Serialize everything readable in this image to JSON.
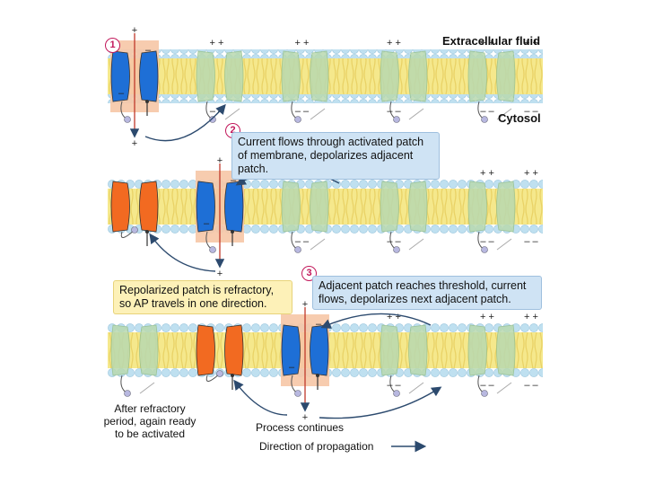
{
  "labels": {
    "extracellular": "Extracellular fluid",
    "cytosol": "Cytosol",
    "step1": "1",
    "step2": "2",
    "step3": "3",
    "box2": "Current flows through activated patch of membrane, depolarizes adjacent patch.",
    "box3": "Adjacent patch reaches threshold, current flows, depolarizes next adjacent patch.",
    "refractory_box": "Repolarized patch is refractory, so AP travels in one direction.",
    "after_refractory": "After refractory period, again ready to be activated",
    "process_continues": "Process continues",
    "direction": "Direction of propagation"
  },
  "charges": {
    "plus": "+",
    "minus": "–"
  },
  "colors": {
    "lipid_head": "#bfe0f0",
    "lipid_tail": "#f5e88c",
    "channel_closed": "#b9d9b0",
    "channel_active": "#1e6fd6",
    "channel_refractory": "#f26a21",
    "active_patch": "#f6c6a6",
    "arrow": "#2c4a6e",
    "inactivation_ball": "#b8b8e0"
  },
  "membranes": [
    {
      "channels": [
        "active",
        "closed",
        "closed",
        "closed",
        "closed"
      ]
    },
    {
      "channels": [
        "refractory",
        "active",
        "closed",
        "closed",
        "closed"
      ]
    },
    {
      "channels": [
        "closed",
        "refractory",
        "active",
        "closed",
        "closed"
      ]
    }
  ]
}
